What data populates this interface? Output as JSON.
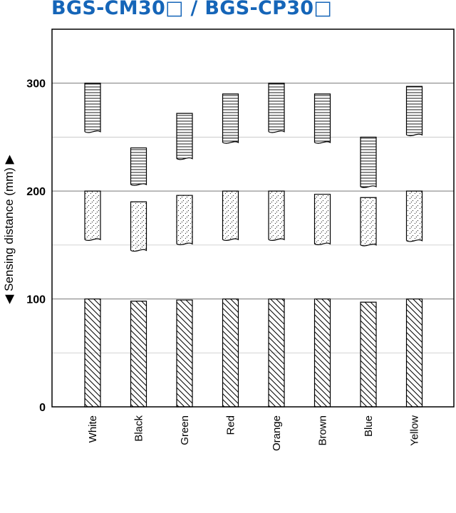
{
  "chart_data": {
    "type": "bar",
    "title": "BGS-CM30□ / BGS-CP30□",
    "ylabel": "◀ Sensing distance (mm) ▶",
    "ylim": [
      0,
      350
    ],
    "yticks": [
      0,
      100,
      200,
      300
    ],
    "grid": true,
    "categories": [
      "White",
      "Black",
      "Green",
      "Red",
      "Orange",
      "Brown",
      "Blue",
      "Yellow"
    ],
    "series": [
      {
        "pattern": "diagonal-hatch",
        "ranges": [
          [
            0,
            100
          ],
          [
            0,
            98
          ],
          [
            0,
            99
          ],
          [
            0,
            100
          ],
          [
            0,
            100
          ],
          [
            0,
            100
          ],
          [
            0,
            97
          ],
          [
            0,
            100
          ]
        ]
      },
      {
        "pattern": "dotted-hatch",
        "ranges": [
          [
            155,
            200
          ],
          [
            145,
            190
          ],
          [
            151,
            196
          ],
          [
            155,
            200
          ],
          [
            155,
            200
          ],
          [
            151,
            197
          ],
          [
            150,
            194
          ],
          [
            154,
            200
          ]
        ]
      },
      {
        "pattern": "horizontal-lines",
        "ranges": [
          [
            255,
            300
          ],
          [
            206,
            240
          ],
          [
            230,
            272
          ],
          [
            245,
            290
          ],
          [
            255,
            300
          ],
          [
            245,
            290
          ],
          [
            204,
            250
          ],
          [
            252,
            297
          ]
        ]
      }
    ]
  }
}
